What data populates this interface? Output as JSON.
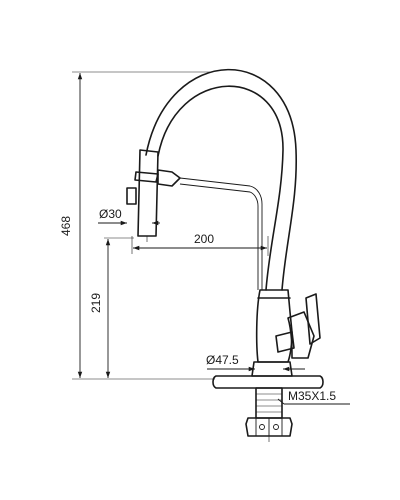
{
  "drawing": {
    "dimensions": {
      "total_height": "468",
      "spout_height": "219",
      "reach": "200",
      "spray_diameter": "Ø30",
      "base_diameter": "Ø47.5",
      "thread": "M35X1.5"
    }
  },
  "colors": {
    "ink": "#1a1a1a",
    "background": "#ffffff"
  }
}
